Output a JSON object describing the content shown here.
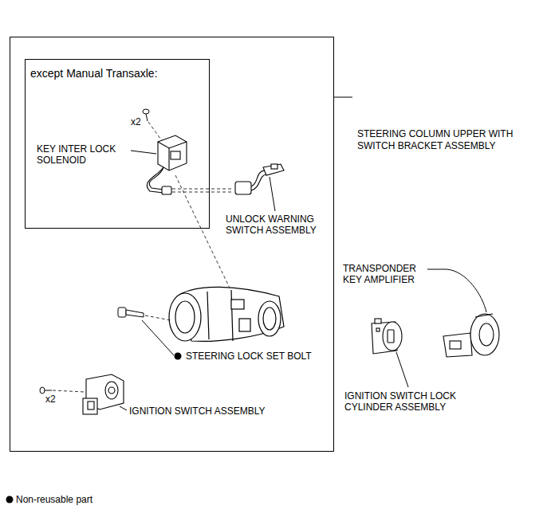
{
  "diagram": {
    "nodes": [
      {
        "text": [
          "STEERING COLUMN UPPER WITH SWITCH BRACKET ASSEMBLY"
        ]
      },
      {
        "text": [
          "except Manual Transaxle:"
        ],
        "in": 0
      }
    ],
    "labels": [
      "x2",
      "KEY INTER LOCK SOLENOID",
      "UNLOCK WARNING SWITCH ASSEMBLY",
      "STEERING LOCK SET BOLT",
      "x2",
      "IGNITION SWITCH ASSEMBLY",
      "TRANSPONDER KEY AMPLIFIER",
      "IGNITION SWITCH LOCK CYLINDER ASSEMBLY"
    ],
    "legend": [
      {
        "text": "Non-reusable part"
      }
    ]
  }
}
